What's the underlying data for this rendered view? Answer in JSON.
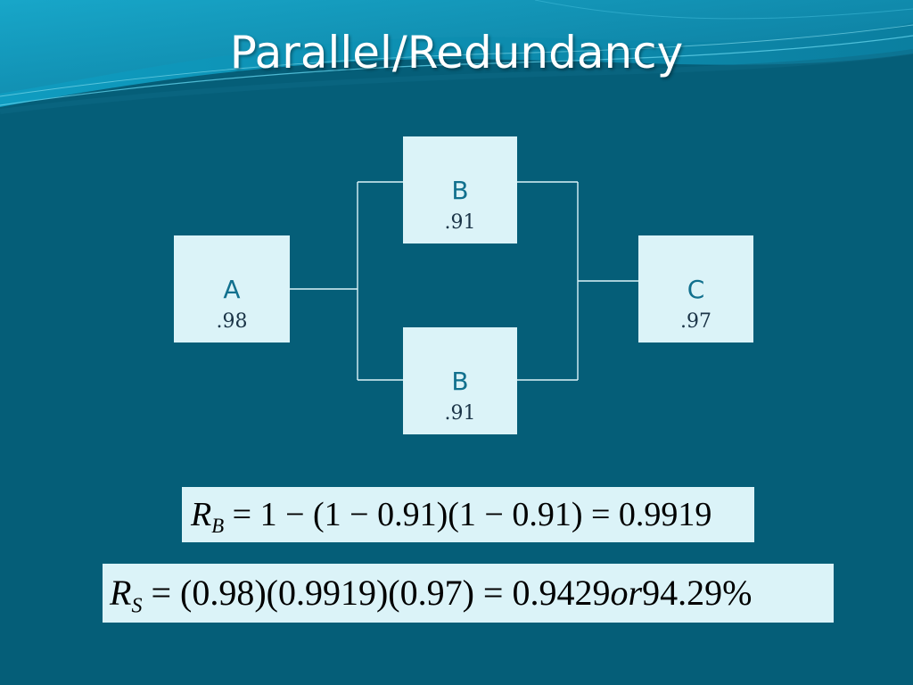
{
  "slide": {
    "title": "Parallel/Redundancy",
    "background_color": "#055e78",
    "box_color": "#dbf3f8",
    "label_color": "#11708e"
  },
  "diagram": {
    "blocks": {
      "a": {
        "label": "A",
        "value": ".98"
      },
      "b_top": {
        "label": "B",
        "value": ".91"
      },
      "b_bottom": {
        "label": "B",
        "value": ".91"
      },
      "c": {
        "label": "C",
        "value": ".97"
      }
    }
  },
  "formulas": {
    "rb": {
      "symbol": "R",
      "subscript": "B",
      "expression": " = 1 − (1 − 0.91)(1 − 0.91) = 0.9919"
    },
    "rs": {
      "symbol": "R",
      "subscript": "S",
      "expression_main": " = (0.98)(0.9919)(0.97) = 0.9429",
      "connector": "or",
      "expression_tail": "94.29%"
    }
  }
}
